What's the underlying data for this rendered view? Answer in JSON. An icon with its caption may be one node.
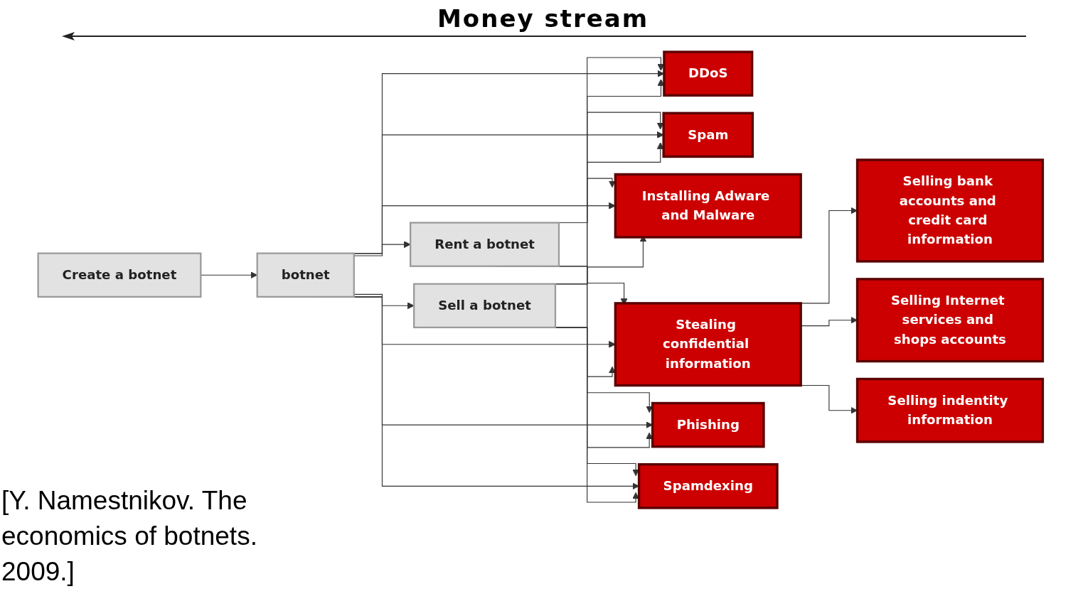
{
  "diagram": {
    "caption": "[Y. Namestnikov.  The economics of botnets. 2009.]",
    "labels": [
      "Money stream"
    ],
    "nodes": [
      {
        "text": [
          "Create a botnet"
        ]
      },
      {
        "text": [
          "botnet"
        ]
      },
      {
        "text": [
          "Rent a botnet"
        ]
      },
      {
        "text": [
          "Sell a botnet"
        ]
      },
      {
        "text": [
          "DDoS"
        ]
      },
      {
        "text": [
          "Spam"
        ]
      },
      {
        "text": [
          "Installing Adware and Malware"
        ]
      },
      {
        "text": [
          "Stealing confidential information"
        ]
      },
      {
        "text": [
          "Phishing"
        ]
      },
      {
        "text": [
          "Spamdexing"
        ]
      },
      {
        "text": [
          "Selling bank accounts and credit card information"
        ]
      },
      {
        "text": [
          "Selling Internet services and shops accounts"
        ]
      },
      {
        "text": [
          "Selling indentity information"
        ]
      }
    ],
    "edges": [
      {
        "from": 0,
        "to": 1,
        "arrow": "to"
      },
      {
        "from": 1,
        "to": 2,
        "arrow": "to"
      },
      {
        "from": 1,
        "to": 3,
        "arrow": "to"
      },
      {
        "from": 2,
        "to": 4,
        "arrow": "to"
      },
      {
        "from": 2,
        "to": 5,
        "arrow": "to"
      },
      {
        "from": 2,
        "to": 6,
        "arrow": "to"
      },
      {
        "from": 2,
        "to": 7,
        "arrow": "to"
      },
      {
        "from": 2,
        "to": 8,
        "arrow": "to"
      },
      {
        "from": 2,
        "to": 9,
        "arrow": "to"
      },
      {
        "from": 1,
        "to": 4,
        "arrow": "to"
      },
      {
        "from": 1,
        "to": 5,
        "arrow": "to"
      },
      {
        "from": 1,
        "to": 6,
        "arrow": "to"
      },
      {
        "from": 1,
        "to": 7,
        "arrow": "to"
      },
      {
        "from": 1,
        "to": 8,
        "arrow": "to"
      },
      {
        "from": 1,
        "to": 9,
        "arrow": "to"
      },
      {
        "from": 3,
        "to": 4,
        "arrow": "to"
      },
      {
        "from": 3,
        "to": 5,
        "arrow": "to"
      },
      {
        "from": 3,
        "to": 6,
        "arrow": "to"
      },
      {
        "from": 3,
        "to": 7,
        "arrow": "to"
      },
      {
        "from": 3,
        "to": 8,
        "arrow": "to"
      },
      {
        "from": 3,
        "to": 9,
        "arrow": "to"
      },
      {
        "from": 7,
        "to": 10,
        "arrow": "to"
      },
      {
        "from": 7,
        "to": 11,
        "arrow": "to"
      },
      {
        "from": 7,
        "to": 12,
        "arrow": "to"
      }
    ]
  }
}
